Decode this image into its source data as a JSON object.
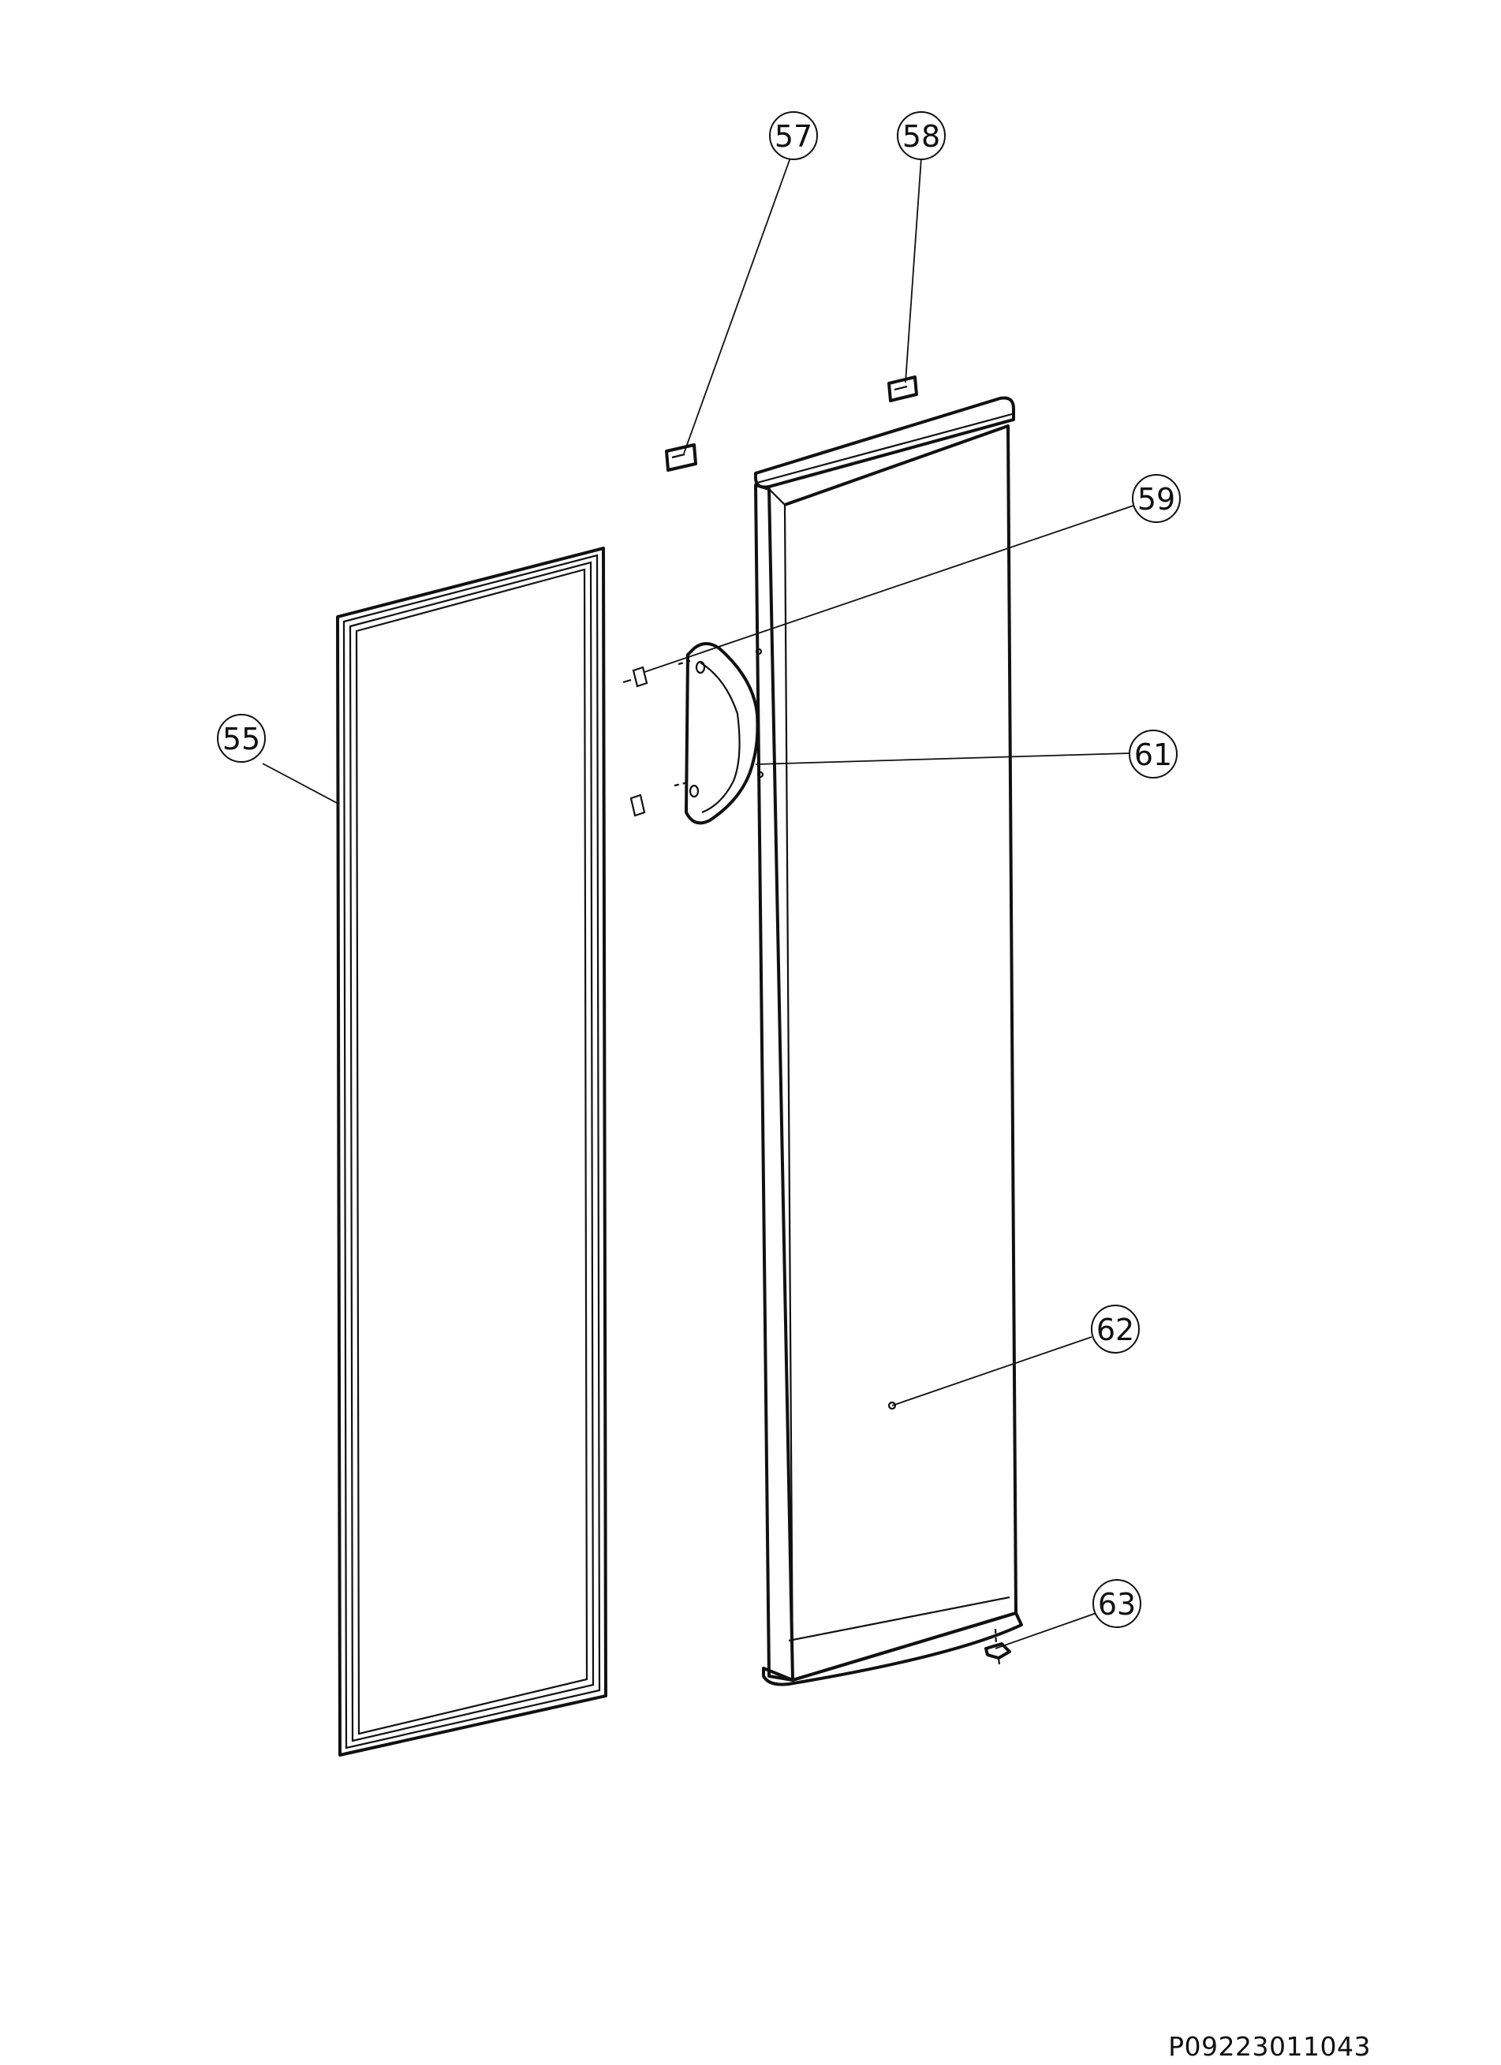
{
  "diagram": {
    "balloons": [
      {
        "id": "55",
        "label": "55"
      },
      {
        "id": "57",
        "label": "57"
      },
      {
        "id": "58",
        "label": "58"
      },
      {
        "id": "59",
        "label": "59"
      },
      {
        "id": "61",
        "label": "61"
      },
      {
        "id": "62",
        "label": "62"
      },
      {
        "id": "63",
        "label": "63"
      }
    ],
    "document_code": "P09223011043"
  }
}
